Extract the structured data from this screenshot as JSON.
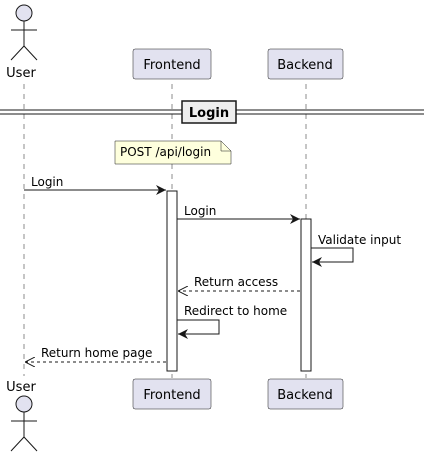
{
  "participants": {
    "user": "User",
    "frontend": "Frontend",
    "backend": "Backend"
  },
  "divider": "Login",
  "note": "POST /api/login",
  "messages": [
    {
      "label": "Login",
      "from": "user",
      "to": "frontend",
      "style": "solid"
    },
    {
      "label": "Login",
      "from": "frontend",
      "to": "backend",
      "style": "solid"
    },
    {
      "label": "Validate input",
      "from": "backend",
      "to": "backend",
      "style": "self"
    },
    {
      "label": "Return access",
      "from": "backend",
      "to": "frontend",
      "style": "dashed"
    },
    {
      "label": "Redirect to home",
      "from": "frontend",
      "to": "frontend",
      "style": "self"
    },
    {
      "label": "Return home page",
      "from": "frontend",
      "to": "user",
      "style": "dashed"
    }
  ],
  "colors": {
    "participant_fill": "#E2E2F0",
    "participant_border": "#181818",
    "note_fill": "#FEFFDD",
    "lifeline": "#181818",
    "arrow": "#181818"
  }
}
